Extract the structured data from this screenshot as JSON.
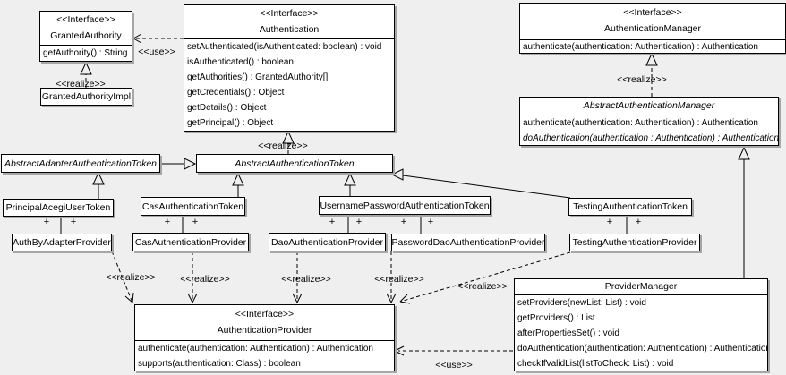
{
  "colors": {
    "background": "#efefef",
    "box_fill": "#ffffff",
    "line": "#000000",
    "shadow": "#a6a6a6"
  },
  "labels": {
    "use": "<<use>>",
    "realize": "<<realize>>",
    "plus": "+",
    "interface_stereotype": "<<Interface>>"
  },
  "classes": {
    "granted_authority": {
      "stereotype": "<<Interface>>",
      "name": "GrantedAuthority",
      "methods": [
        "getAuthority() : String"
      ]
    },
    "granted_authority_impl": {
      "name": "GrantedAuthorityImpl"
    },
    "authentication": {
      "stereotype": "<<Interface>>",
      "name": "Authentication",
      "methods": [
        "setAuthenticated(isAuthenticated: boolean) : void",
        "isAuthenticated() : boolean",
        "getAuthorities() : GrantedAuthority[]",
        "getCredentials() : Object",
        "getDetails() : Object",
        "getPrincipal() : Object"
      ]
    },
    "authentication_manager": {
      "stereotype": "<<Interface>>",
      "name": "AuthenticationManager",
      "methods": [
        "authenticate(authentication: Authentication) : Authentication"
      ]
    },
    "abstract_authentication_manager": {
      "name": "AbstractAuthenticationManager",
      "methods": [
        "authenticate(authentication: Authentication) : Authentication",
        "doAuthentication(authentication : Authentication) : Authentication"
      ]
    },
    "abstract_adapter_authentication_token": {
      "name": "AbstractAdapterAuthenticationToken"
    },
    "abstract_authentication_token": {
      "name": "AbstractAuthenticationToken"
    },
    "principal_acegi_user_token": {
      "name": "PrincipalAcegiUserToken"
    },
    "cas_authentication_token": {
      "name": "CasAuthenticationToken"
    },
    "username_password_authentication_token": {
      "name": "UsernamePasswordAuthenticationToken"
    },
    "testing_authentication_token": {
      "name": "TestingAuthenticationToken"
    },
    "auth_by_adapter_provider": {
      "name": "AuthByAdapterProvider"
    },
    "cas_authentication_provider": {
      "name": "CasAuthenticationProvider"
    },
    "dao_authentication_provider": {
      "name": "DaoAuthenticationProvider"
    },
    "password_dao_authentication_provider": {
      "name": "PasswordDaoAuthenticationProvider"
    },
    "testing_authentication_provider": {
      "name": "TestingAuthenticationProvider"
    },
    "provider_manager": {
      "name": "ProviderManager",
      "methods": [
        "setProviders(newList: List) : void",
        "getProviders() : List",
        "afterPropertiesSet() : void",
        "doAuthentication(authentication: Authentication) : Authentication",
        "checkIfValidList(listToCheck: List) : void"
      ]
    },
    "authentication_provider": {
      "stereotype": "<<Interface>>",
      "name": "AuthenticationProvider",
      "methods": [
        "authenticate(authentication: Authentication) : Authentication",
        "supports(authentication: Class) : boolean"
      ]
    }
  },
  "relationships": [
    {
      "from": "Authentication",
      "to": "GrantedAuthority",
      "type": "use"
    },
    {
      "from": "GrantedAuthorityImpl",
      "to": "GrantedAuthority",
      "type": "realize"
    },
    {
      "from": "AbstractAuthenticationToken",
      "to": "Authentication",
      "type": "realize"
    },
    {
      "from": "AbstractAuthenticationManager",
      "to": "AuthenticationManager",
      "type": "realize"
    },
    {
      "from": "AbstractAdapterAuthenticationToken",
      "to": "AbstractAuthenticationToken",
      "type": "generalize"
    },
    {
      "from": "PrincipalAcegiUserToken",
      "to": "AbstractAdapterAuthenticationToken",
      "type": "generalize"
    },
    {
      "from": "CasAuthenticationToken",
      "to": "AbstractAuthenticationToken",
      "type": "generalize"
    },
    {
      "from": "UsernamePasswordAuthenticationToken",
      "to": "AbstractAuthenticationToken",
      "type": "generalize"
    },
    {
      "from": "TestingAuthenticationToken",
      "to": "AbstractAuthenticationToken",
      "type": "generalize"
    },
    {
      "from": "ProviderManager",
      "to": "AbstractAuthenticationManager",
      "type": "generalize"
    },
    {
      "from": "AuthByAdapterProvider",
      "to": "AuthenticationProvider",
      "type": "realize"
    },
    {
      "from": "CasAuthenticationProvider",
      "to": "AuthenticationProvider",
      "type": "realize"
    },
    {
      "from": "DaoAuthenticationProvider",
      "to": "AuthenticationProvider",
      "type": "realize"
    },
    {
      "from": "PasswordDaoAuthenticationProvider",
      "to": "AuthenticationProvider",
      "type": "realize"
    },
    {
      "from": "TestingAuthenticationProvider",
      "to": "AuthenticationProvider",
      "type": "realize"
    },
    {
      "from": "ProviderManager",
      "to": "AuthenticationProvider",
      "type": "use"
    },
    {
      "from": "PrincipalAcegiUserToken",
      "to": "AuthByAdapterProvider",
      "type": "association"
    },
    {
      "from": "CasAuthenticationToken",
      "to": "CasAuthenticationProvider",
      "type": "association"
    },
    {
      "from": "UsernamePasswordAuthenticationToken",
      "to": "DaoAuthenticationProvider",
      "type": "association"
    },
    {
      "from": "UsernamePasswordAuthenticationToken",
      "to": "PasswordDaoAuthenticationProvider",
      "type": "association"
    },
    {
      "from": "TestingAuthenticationToken",
      "to": "TestingAuthenticationProvider",
      "type": "association"
    }
  ]
}
